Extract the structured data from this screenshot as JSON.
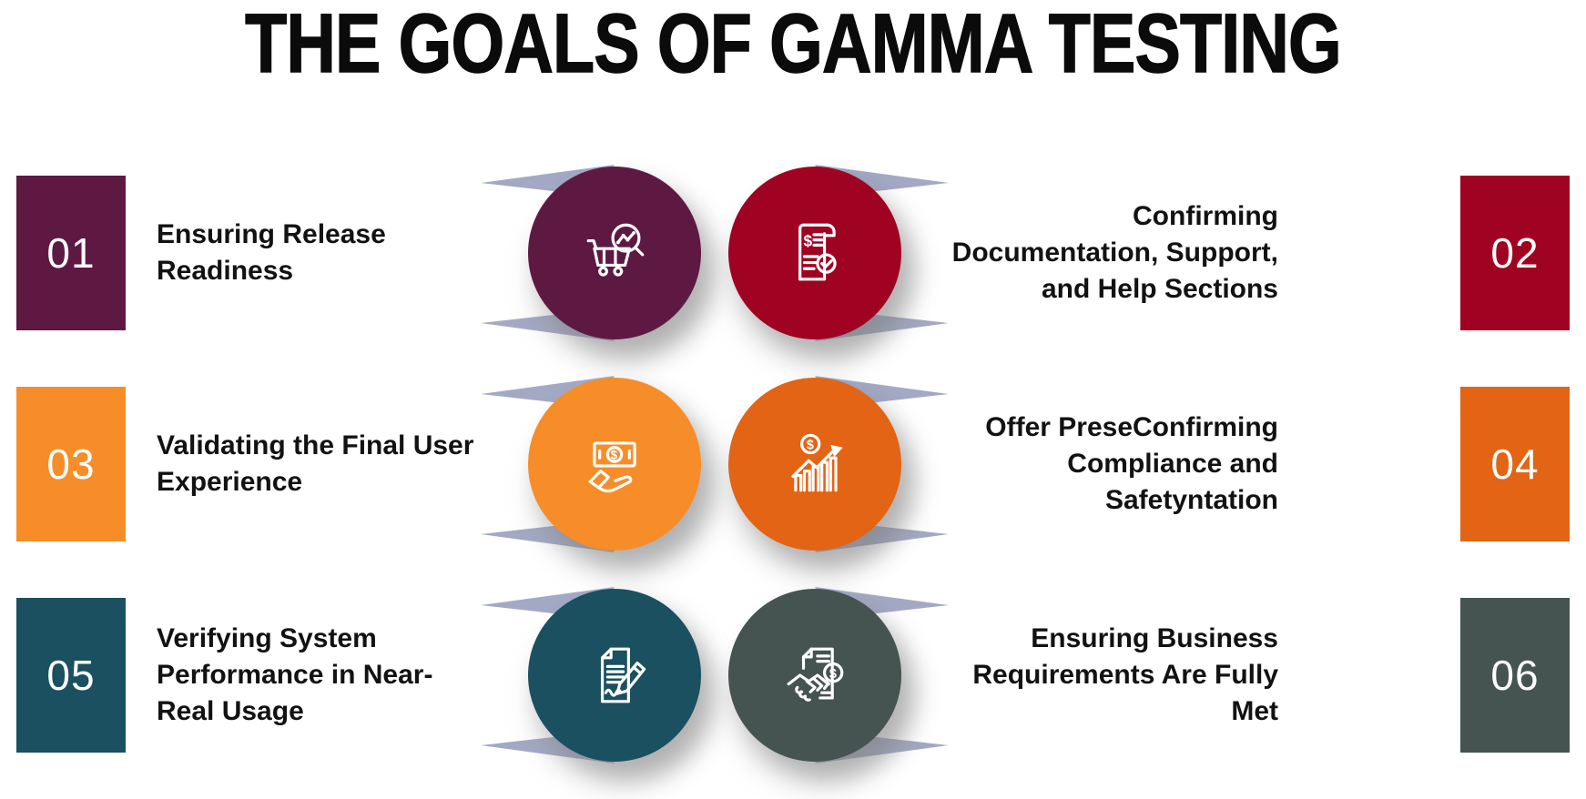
{
  "title": "THE GOALS OF GAMMA TESTING",
  "background": "#FFFFFF",
  "text_color": "#121212",
  "wing_color": "#A3A9C4",
  "items": [
    {
      "number": "01",
      "label": "Ensuring Release\nReadiness",
      "color": "#5E1943",
      "side": "left",
      "icon": "cart-analytics-icon"
    },
    {
      "number": "02",
      "label": "Confirming\nDocumentation, Support,\nand Help Sections",
      "color": "#A00321",
      "side": "right",
      "icon": "invoice-check-icon"
    },
    {
      "number": "03",
      "label": "Validating the Final User\nExperience",
      "color": "#F78D29",
      "side": "left",
      "icon": "money-hand-icon"
    },
    {
      "number": "04",
      "label": "Offer PreseConfirming\nCompliance and\nSafetyntation",
      "color": "#E26414",
      "side": "right",
      "icon": "growth-chart-icon"
    },
    {
      "number": "05",
      "label": "Verifying System\nPerformance in Near-\nReal Usage",
      "color": "#1A505F",
      "side": "left",
      "icon": "contract-pencil-icon"
    },
    {
      "number": "06",
      "label": "Ensuring Business\nRequirements Are Fully\nMet",
      "color": "#455351",
      "side": "right",
      "icon": "handshake-deal-icon"
    }
  ]
}
